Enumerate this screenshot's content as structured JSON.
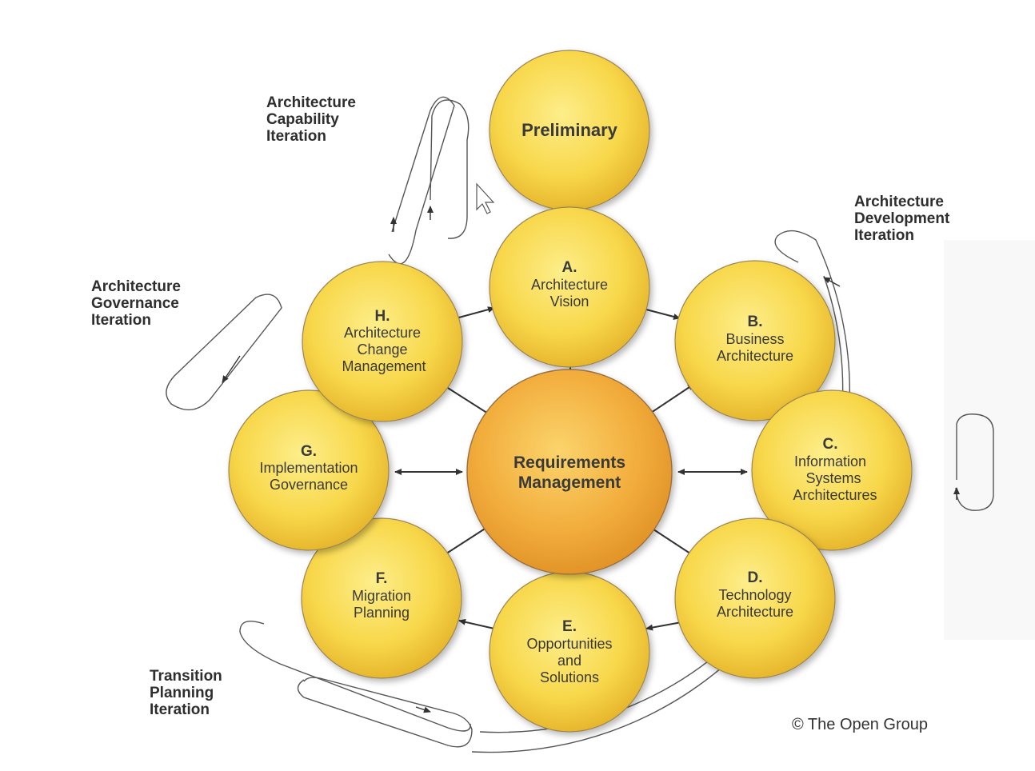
{
  "colors": {
    "phase_fill_light": "#fbe46b",
    "phase_fill_dark": "#e8b52a",
    "center_fill_light": "#f9c558",
    "center_fill_dark": "#e99a2c",
    "outline": "#8a7a5a",
    "arrow": "#333333",
    "loop": "#555555",
    "text": "#3a3a3a"
  },
  "phases": {
    "preliminary": {
      "lines": [
        "Preliminary"
      ]
    },
    "a": {
      "letter": "A.",
      "lines": [
        "Architecture",
        "Vision"
      ]
    },
    "b": {
      "letter": "B.",
      "lines": [
        "Business",
        "Architecture"
      ]
    },
    "c": {
      "letter": "C.",
      "lines": [
        "Information",
        "Systems",
        "Architectures"
      ]
    },
    "d": {
      "letter": "D.",
      "lines": [
        "Technology",
        "Architecture"
      ]
    },
    "e": {
      "letter": "E.",
      "lines": [
        "Opportunities",
        "and",
        "Solutions"
      ]
    },
    "f": {
      "letter": "F.",
      "lines": [
        "Migration",
        "Planning"
      ]
    },
    "g": {
      "letter": "G.",
      "lines": [
        "Implementation",
        "Governance"
      ]
    },
    "h": {
      "letter": "H.",
      "lines": [
        "Architecture",
        "Change",
        "Management"
      ]
    },
    "center": {
      "lines": [
        "Requirements",
        "Management"
      ]
    }
  },
  "iterations": {
    "capability": [
      "Architecture",
      "Capability",
      "Iteration"
    ],
    "development": [
      "Architecture",
      "Development",
      "Iteration"
    ],
    "governance": [
      "Architecture",
      "Governance",
      "Iteration"
    ],
    "transition": [
      "Transition",
      "Planning",
      "Iteration"
    ]
  },
  "copyright": "© The Open Group"
}
